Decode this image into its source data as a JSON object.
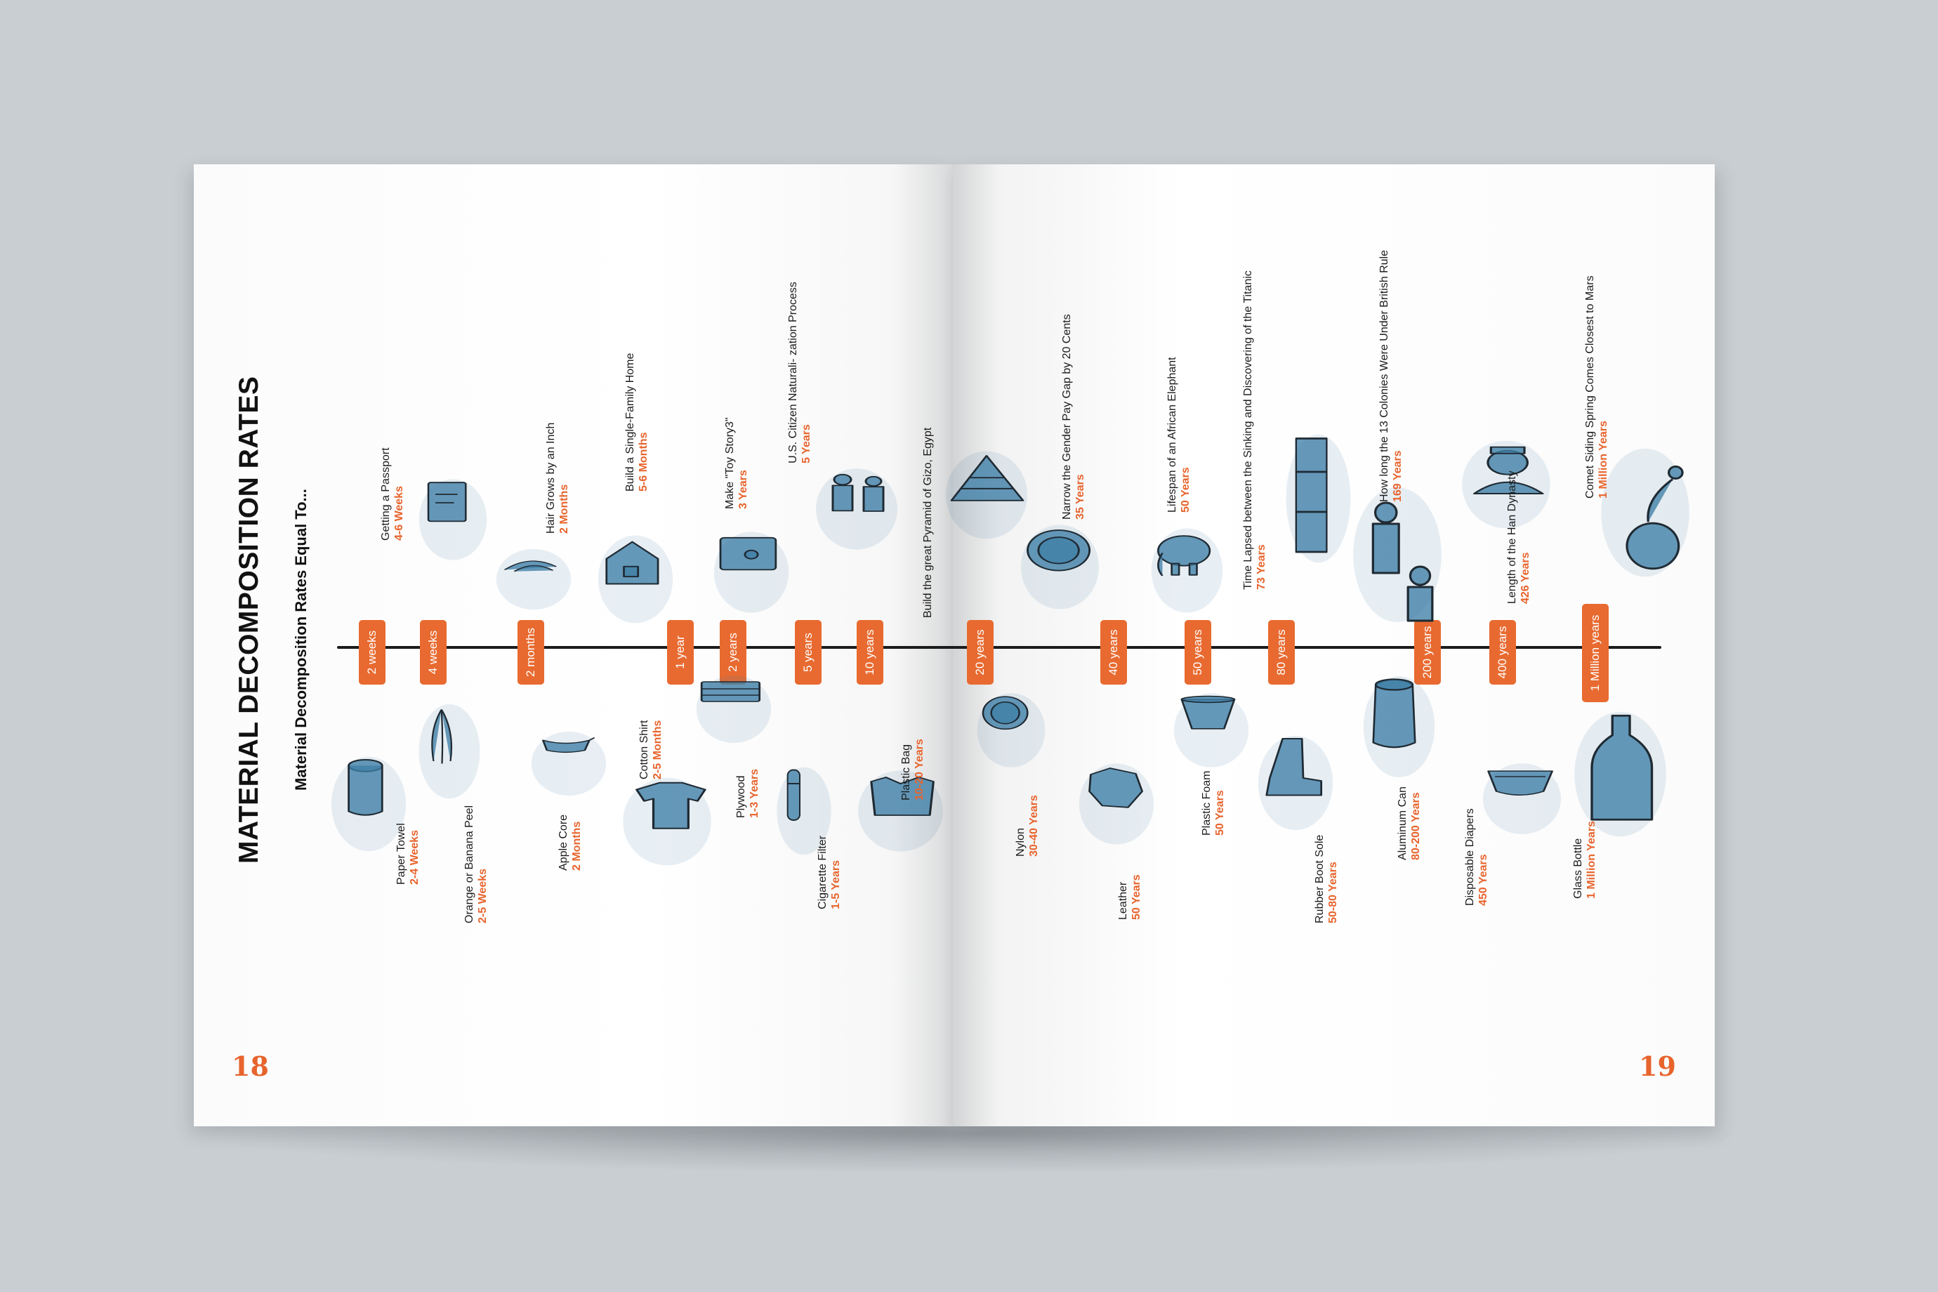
{
  "title": "MATERIAL DECOMPOSITION RATES",
  "subtitle": "Material Decomposition Rates Equal To...",
  "page_numbers": {
    "left": "18",
    "right": "19"
  },
  "colors": {
    "accent": "#e86a30",
    "ink": "#1b1b1b",
    "watercolor": "#3f7fa6",
    "background": "#c9ced2"
  },
  "ticks": [
    "2 weeks",
    "4 weeks",
    "2 months",
    "1 year",
    "2 years",
    "5 years",
    "10 years",
    "20 years",
    "40 years",
    "50 years",
    "80 years",
    "200 years",
    "400 years",
    "1 Million years"
  ],
  "above": [
    {
      "name": "Getting a Passport",
      "value": "4-6 Weeks",
      "icon": "passport-icon"
    },
    {
      "name": "Hair Grows by an Inch",
      "value": "2 Months",
      "icon": "hair-icon"
    },
    {
      "name": "Build a Single-Family Home",
      "value": "5-6 Months",
      "icon": "house-icon"
    },
    {
      "name": "Make \"Toy Story3\"",
      "value": "3 Years",
      "icon": "film-screen-icon"
    },
    {
      "name": "U.S. Citizen Naturali- zation Process",
      "value": "5 Years",
      "icon": "citizens-icon"
    },
    {
      "name": "Build the great Pyramid of Gizo, Egypt",
      "value": "",
      "icon": "pyramid-icon"
    },
    {
      "name": "Narrow the Gender Pay Gap by 20 Cents",
      "value": "35 Years",
      "icon": "coin-icon"
    },
    {
      "name": "Lifespan of an African Elephant",
      "value": "50 Years",
      "icon": "elephant-icon"
    },
    {
      "name": "Time Lapsed between the Sinking and Discovering of the Titanic",
      "value": "73 Years",
      "icon": "titanic-icon"
    },
    {
      "name": "How long the 13 Colonies Were Under British Rule",
      "value": "169 Years",
      "icon": "colonists-icon"
    },
    {
      "name": "Length of the Han Dynasty",
      "value": "426 Years",
      "icon": "emperor-icon"
    },
    {
      "name": "Comet Siding Spring Comes Closest to Mars",
      "value": "1 Million Years",
      "icon": "comet-icon"
    }
  ],
  "below": [
    {
      "name": "Paper Towel",
      "value": "2-4 Weeks",
      "icon": "paper-towel-icon"
    },
    {
      "name": "Orange or Banana Peel",
      "value": "2-5 Weeks",
      "icon": "banana-peel-icon"
    },
    {
      "name": "Apple Core",
      "value": "2 Months",
      "icon": "apple-core-icon"
    },
    {
      "name": "Cotton Shirt",
      "value": "2-5 Months",
      "icon": "shirt-icon"
    },
    {
      "name": "Plywood",
      "value": "1-3 Years",
      "icon": "plywood-icon"
    },
    {
      "name": "Cigarette Filter",
      "value": "1-5 Years",
      "icon": "cigarette-icon"
    },
    {
      "name": "Plastic Bag",
      "value": "10-20 Years",
      "icon": "plastic-bag-icon"
    },
    {
      "name": "Nylon",
      "value": "30-40 Years",
      "icon": "nylon-icon"
    },
    {
      "name": "Leather",
      "value": "50 Years",
      "icon": "leather-icon"
    },
    {
      "name": "Plastic Foam",
      "value": "50 Years",
      "icon": "foam-cup-icon"
    },
    {
      "name": "Rubber Boot Sole",
      "value": "50-80 Years",
      "icon": "boot-icon"
    },
    {
      "name": "Aluminum Can",
      "value": "80-200 Years",
      "icon": "can-icon"
    },
    {
      "name": "Disposable Diapers",
      "value": "450 Years",
      "icon": "diaper-icon"
    },
    {
      "name": "Glass Bottle",
      "value": "1 Million Years",
      "icon": "bottle-icon"
    }
  ]
}
